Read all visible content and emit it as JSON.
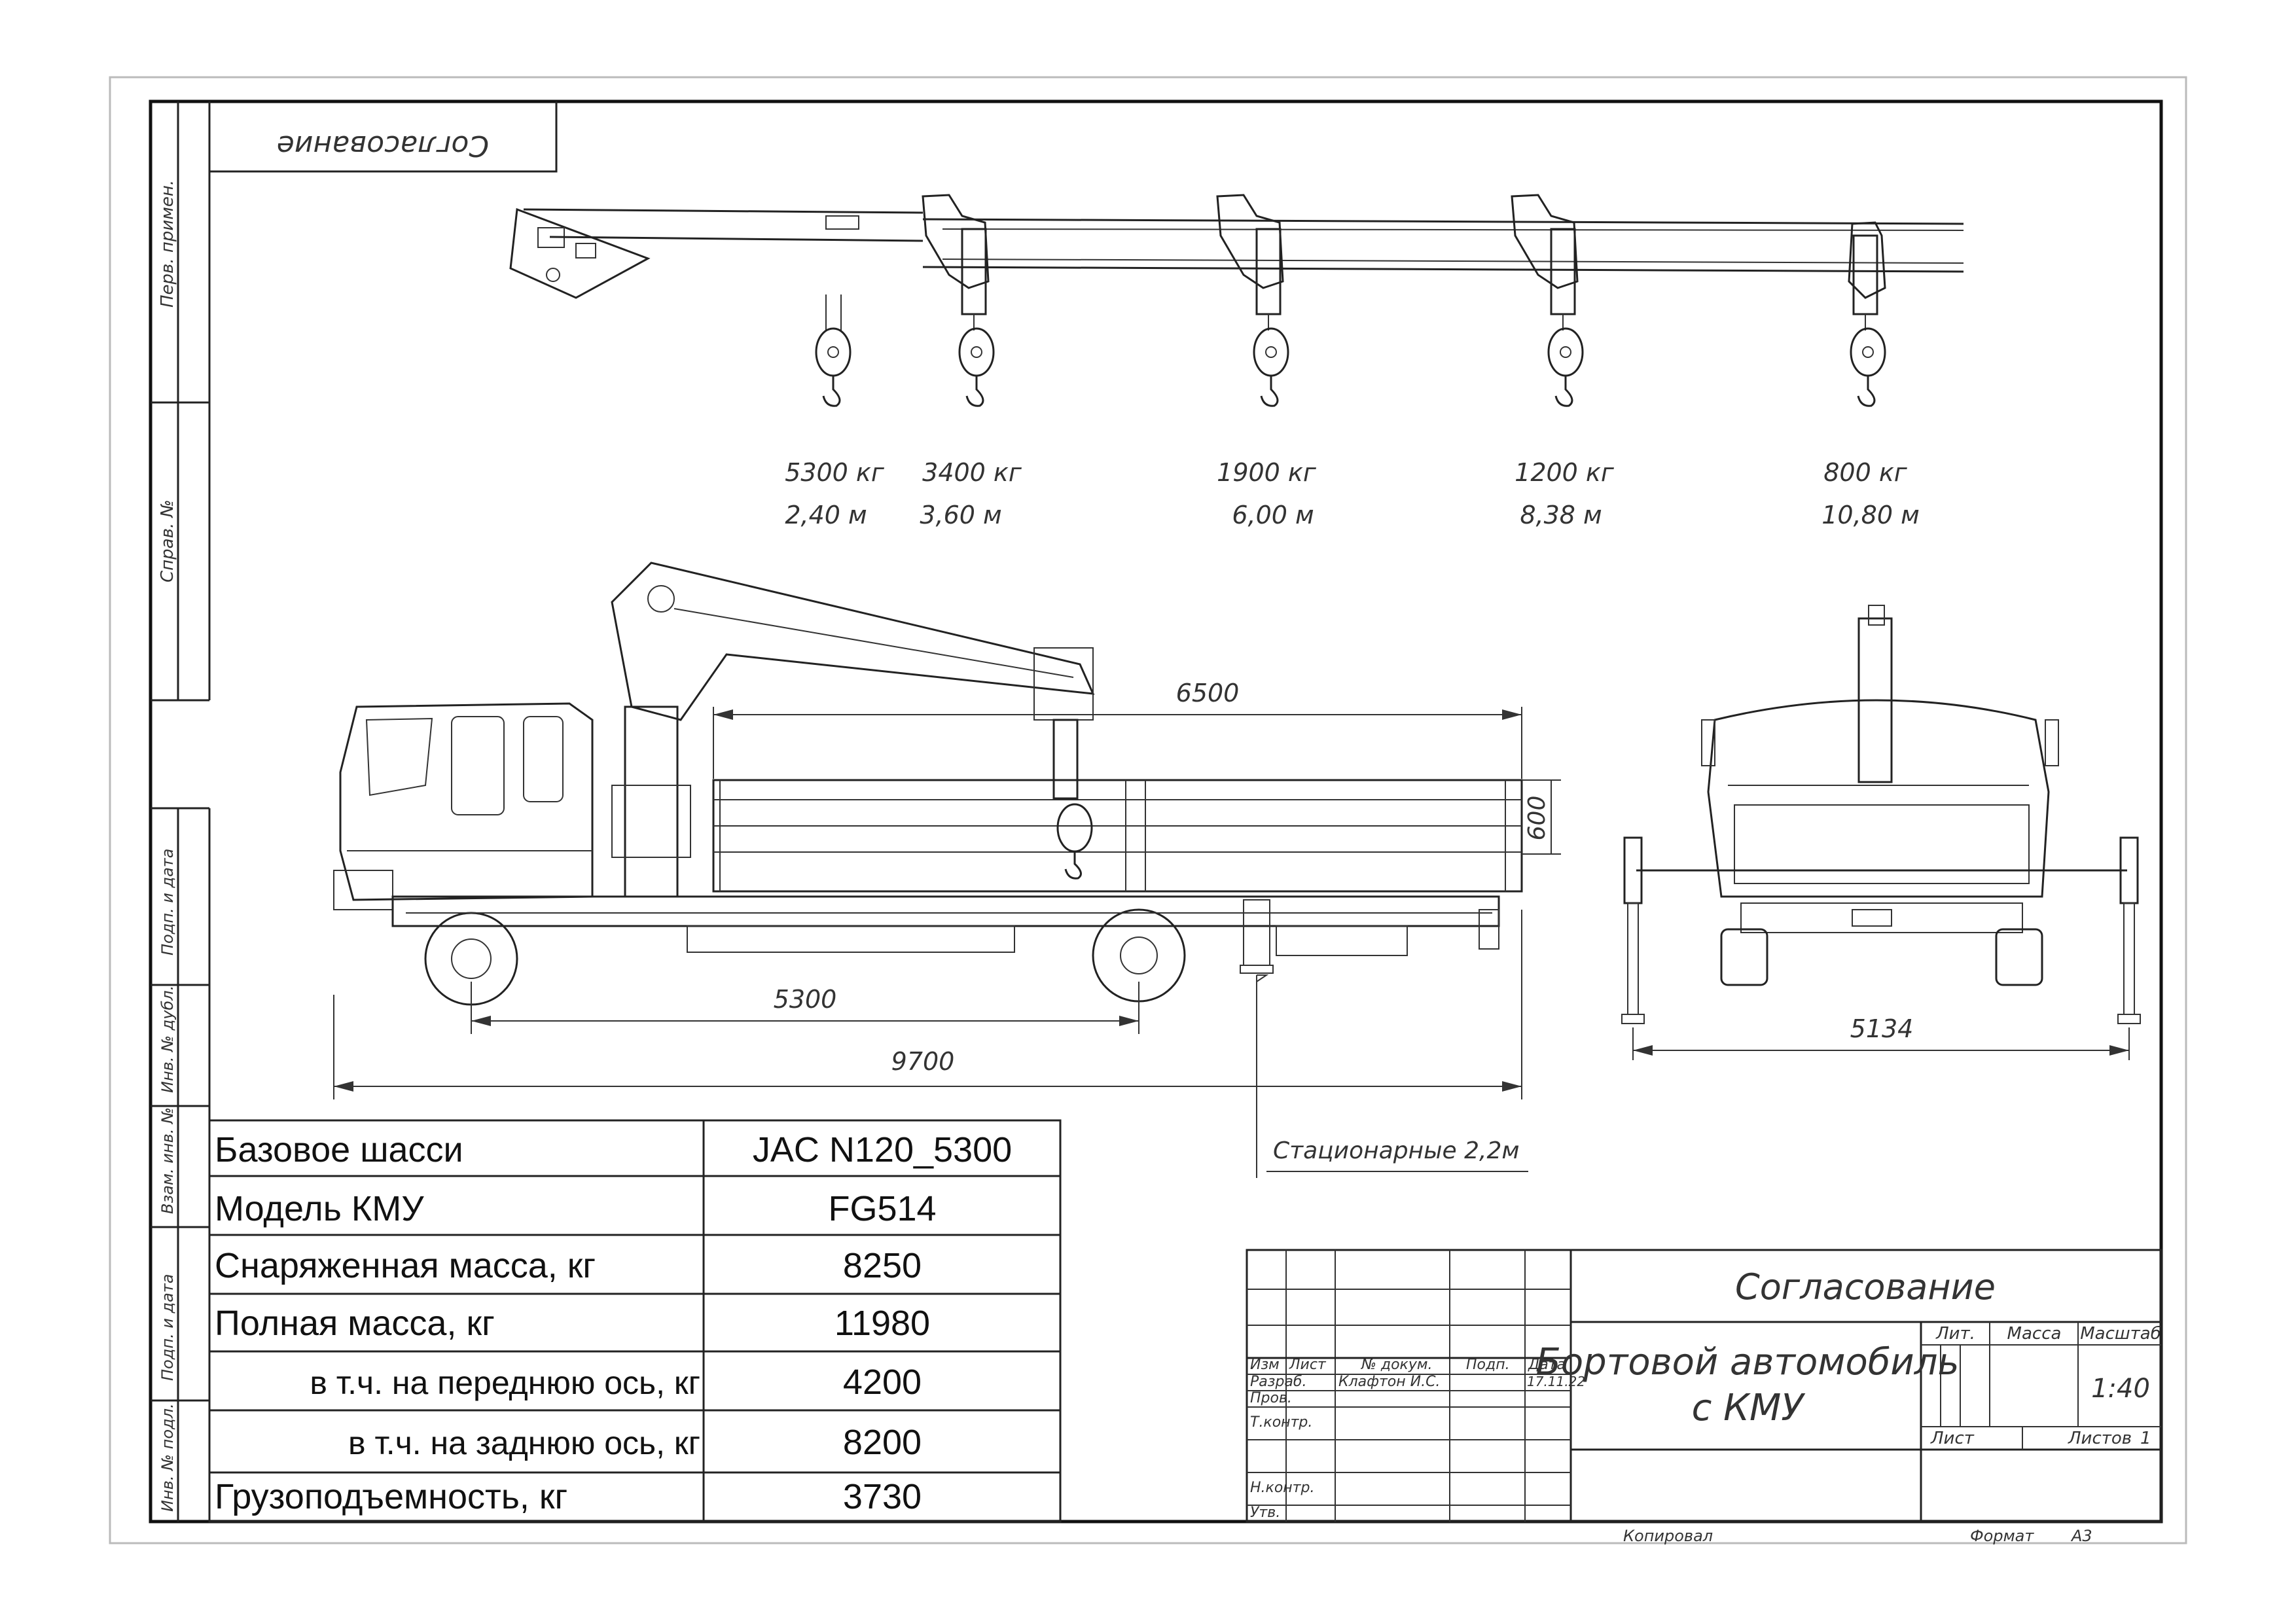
{
  "stamp_top_left": "Согласование",
  "load_chart": [
    {
      "load": "5300 кг",
      "reach": "2,40 м"
    },
    {
      "load": "3400 кг",
      "reach": "3,60 м"
    },
    {
      "load": "1900 кг",
      "reach": "6,00 м"
    },
    {
      "load": "1200 кг",
      "reach": "8,38 м"
    },
    {
      "load": "800 кг",
      "reach": "10,80 м"
    }
  ],
  "dimensions": {
    "body_length": "6500",
    "side_height": "600",
    "wheelbase": "5300",
    "overall_length": "9700",
    "outrigger_span": "5134",
    "outrigger_note": "Стационарные 2,2м"
  },
  "spec_table": {
    "rows": [
      {
        "label": "Базовое шасси",
        "value": "JAC N120_5300",
        "indent": false
      },
      {
        "label": "Модель КМУ",
        "value": "FG514",
        "indent": false
      },
      {
        "label": "Снаряженная масса, кг",
        "value": "8250",
        "indent": false
      },
      {
        "label": "Полная масса, кг",
        "value": "11980",
        "indent": false
      },
      {
        "label": "в т.ч. на переднюю ось, кг",
        "value": "4200",
        "indent": true
      },
      {
        "label": "в т.ч. на заднюю ось, кг",
        "value": "8200",
        "indent": true
      },
      {
        "label": "Грузоподъемность, кг",
        "value": "3730",
        "indent": false
      }
    ]
  },
  "title_block": {
    "approval": "Согласование",
    "title_line1": "Бортовой автомобиль",
    "title_line2": "с КМУ",
    "col_izm": "Изм",
    "col_list": "Лист",
    "col_doc": "№ докум.",
    "col_sign": "Подп.",
    "col_date": "Дата",
    "role_dev": "Разраб.",
    "role_check": "Пров.",
    "role_tcontrol": "Т.контр.",
    "role_ncontrol": "Н.контр.",
    "role_approve": "Утв.",
    "developer": "Клафтон И.С.",
    "date": "17.11.22",
    "lit_label": "Лит.",
    "mass_label": "Масса",
    "scale_label": "Масштаб",
    "scale_value": "1:40",
    "sheet_label": "Лист",
    "sheets_label": "Листов",
    "sheets_value": "1",
    "copied": "Копировал",
    "format_label": "Формат",
    "format_value": "А3"
  },
  "side_strip": {
    "top": [
      "Перв. примен.",
      "Справ. №"
    ],
    "bottom": [
      "Подп. и дата",
      "Инв. № дубл.",
      "Взам. инв. №",
      "Подп. и дата",
      "Инв. № подл."
    ]
  }
}
